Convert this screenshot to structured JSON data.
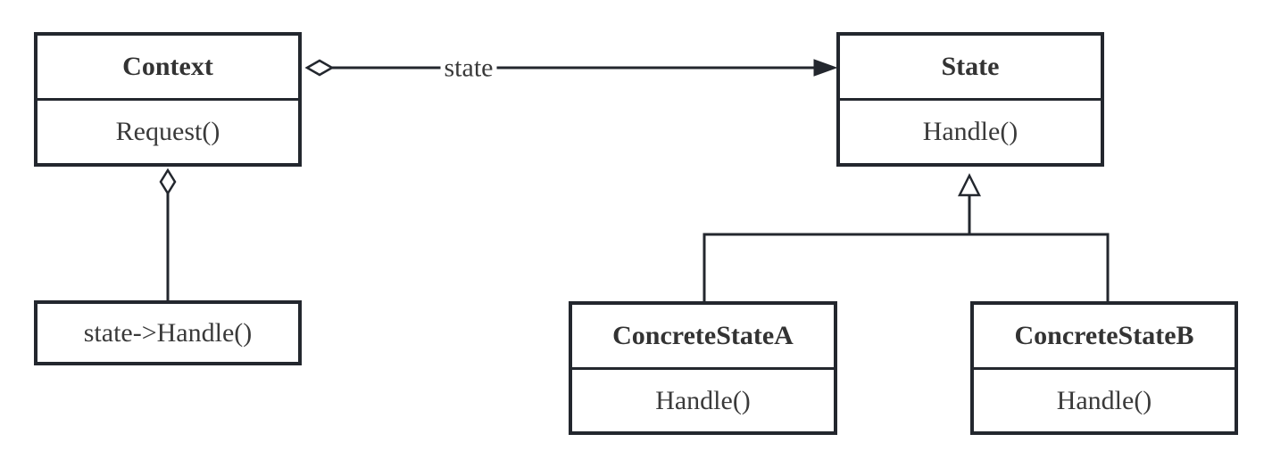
{
  "classes": [
    {
      "name": "Context",
      "methods": [
        "Request()"
      ]
    },
    {
      "name": "State",
      "methods": [
        "Handle()"
      ]
    },
    {
      "name": "ConcreteStateA",
      "methods": [
        "Handle()"
      ]
    },
    {
      "name": "ConcreteStateB",
      "methods": [
        "Handle()"
      ]
    }
  ],
  "note": {
    "text": "state->Handle()"
  },
  "relationships": [
    {
      "type": "aggregation",
      "from": "Context",
      "to": "State",
      "label": "state"
    },
    {
      "type": "aggregation",
      "from": "Context",
      "to": "note"
    },
    {
      "type": "inheritance",
      "from": "ConcreteStateA",
      "to": "State"
    },
    {
      "type": "inheritance",
      "from": "ConcreteStateB",
      "to": "State"
    }
  ],
  "colors": {
    "line": "#23272e",
    "text": "#333333",
    "background": "#ffffff"
  }
}
